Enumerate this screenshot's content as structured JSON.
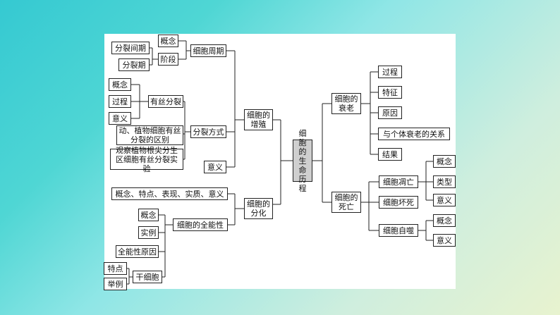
{
  "root": "细胞的生命历程",
  "branches": {
    "proliferation": "细胞的增殖",
    "differentiation": "细胞的分化",
    "senescence": "细胞的衰老",
    "death": "细胞的死亡"
  },
  "proliferation": {
    "cell_cycle": "细胞周期",
    "concept": "概念",
    "phase": "阶段",
    "interphase": "分裂间期",
    "division_phase": "分裂期",
    "division_mode": "分裂方式",
    "mitosis": "有丝分裂",
    "mitosis_concept": "概念",
    "mitosis_process": "过程",
    "mitosis_significance": "意义",
    "plant_animal_diff": "动、植物细胞有丝分裂的区别",
    "root_tip_experiment": "观察植物根尖分生区细胞有丝分裂实验",
    "significance": "意义"
  },
  "differentiation": {
    "summary": "概念、特点、表现、实质、意义",
    "totipotency": "细胞的全能性",
    "concept": "概念",
    "example": "实例",
    "reason": "全能性原因",
    "stem_cell": "干细胞",
    "feature": "特点",
    "stem_example": "举例"
  },
  "senescence": {
    "process": "过程",
    "features": "特征",
    "cause": "原因",
    "relation": "与个体衰老的关系",
    "result": "结果"
  },
  "death": {
    "apoptosis": "细胞凋亡",
    "apoptosis_concept": "概念",
    "apoptosis_type": "类型",
    "apoptosis_significance": "意义",
    "necrosis": "细胞坏死",
    "autophagy": "细胞自噬",
    "autophagy_concept": "概念",
    "autophagy_significance": "意义"
  }
}
